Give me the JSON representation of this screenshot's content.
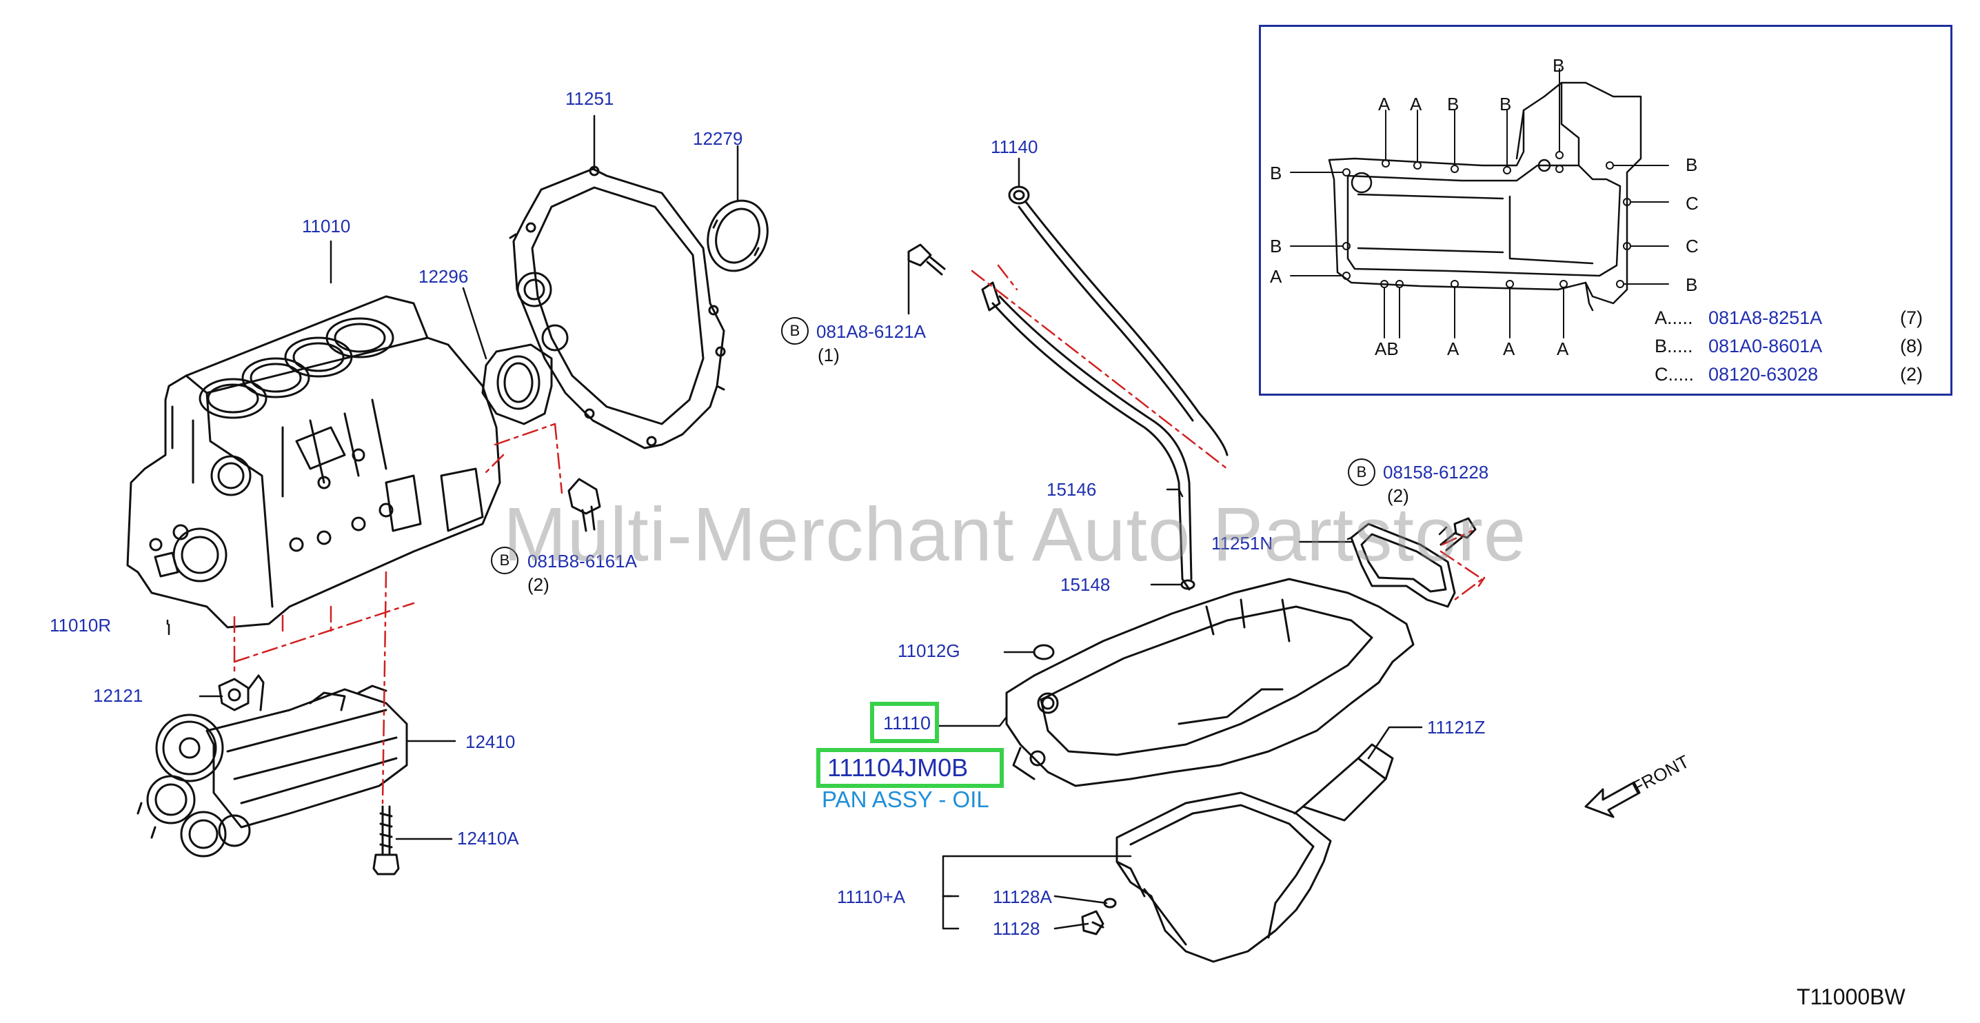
{
  "watermark": "Multi-Merchant Auto Partstore",
  "diagram_code": "T11000BW",
  "front_label": "FRONT",
  "highlight": {
    "part_no": "11110",
    "oem_no": "111104JM0B",
    "description": "PAN ASSY - OIL"
  },
  "parts": {
    "p11251": "11251",
    "p12279": "12279",
    "p11010": "11010",
    "p12296": "12296",
    "p11010R": "11010R",
    "p12121": "12121",
    "p12410": "12410",
    "p12410A": "12410A",
    "p11140": "11140",
    "p15146": "15146",
    "p15148": "15148",
    "p11251N": "11251N",
    "p11012G": "11012G",
    "p11121Z": "11121Z",
    "p11110A": "11110+A",
    "p11128A": "11128A",
    "p11128": "11128"
  },
  "bolts": {
    "b1": {
      "circle": "B",
      "code": "081A8-6121A",
      "qty": "(1)"
    },
    "b2": {
      "circle": "B",
      "code": "081B8-6161A",
      "qty": "(2)"
    },
    "b3": {
      "circle": "B",
      "code": "08158-61228",
      "qty": "(2)"
    }
  },
  "inset": {
    "letters": {
      "a": "A",
      "b": "B",
      "c": "C",
      "ab": "AB"
    },
    "legend": [
      {
        "key": "A.....",
        "code": "081A8-8251A",
        "qty": "(7)"
      },
      {
        "key": "B.....",
        "code": "081A0-8601A",
        "qty": "(8)"
      },
      {
        "key": "C.....",
        "code": "08120-63028",
        "qty": "(2)"
      }
    ]
  }
}
